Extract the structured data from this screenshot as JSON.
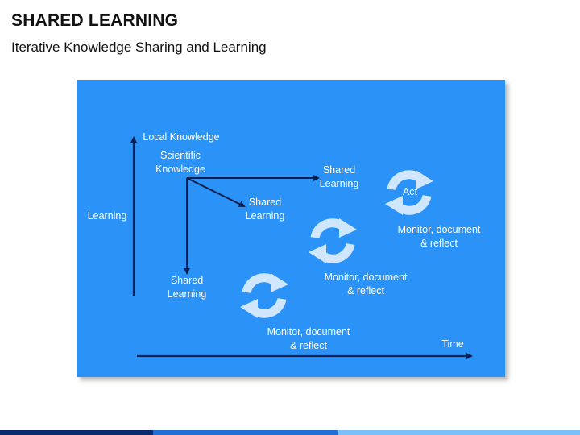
{
  "header": {
    "title": "SHARED LEARNING",
    "subtitle": "Iterative Knowledge Sharing and Learning"
  },
  "diagram": {
    "y_axis_label": "Learning",
    "x_axis_label": "Time",
    "local_knowledge": "Local Knowledge",
    "scientific_knowledge": "Scientific\nKnowledge",
    "shared_learning_top": "Shared\nLearning",
    "shared_learning_mid": "Shared\nLearning",
    "shared_learning_bottom": "Shared\nLearning",
    "monitor_1": "Monitor, document\n& reflect",
    "monitor_2": "Monitor, document\n& reflect",
    "monitor_3": "Monitor, document\n& reflect",
    "act": "Act"
  },
  "colors": {
    "panel": "#2b93f8",
    "arrow_line": "#0a1f4d",
    "cycle_icon": "#cfe6fd",
    "bar_dark": "#0a2a6b",
    "bar_mid": "#1f6fd6",
    "bar_light": "#7cc0fb"
  }
}
